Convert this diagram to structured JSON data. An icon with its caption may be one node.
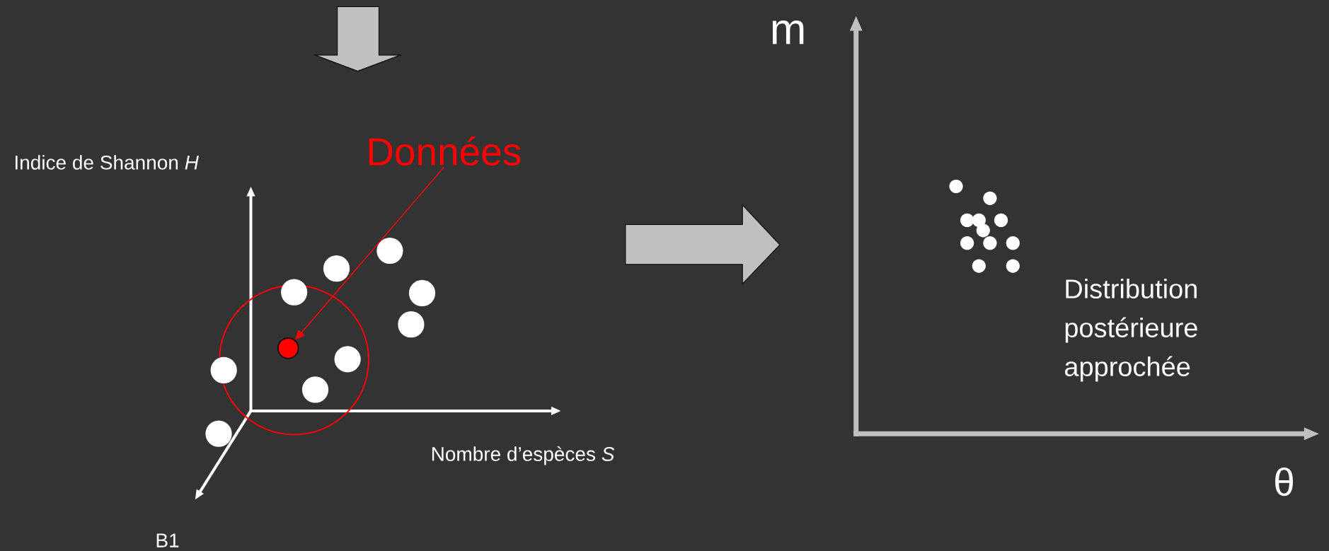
{
  "diagram": {
    "nodes": [
      {
        "text": [
          "Données"
        ]
      },
      {
        "text": [],
        "shape": "circle"
      }
    ],
    "edges": [
      {
        "from": 0,
        "to": 1,
        "arrow": "to",
        "color": "#ff0000"
      }
    ],
    "labels": [
      "Indice de Shannon *H*",
      "m",
      "Distribution postérieure approchée",
      "Nombre d’espèces *S*",
      "θ",
      "B1"
    ]
  }
}
